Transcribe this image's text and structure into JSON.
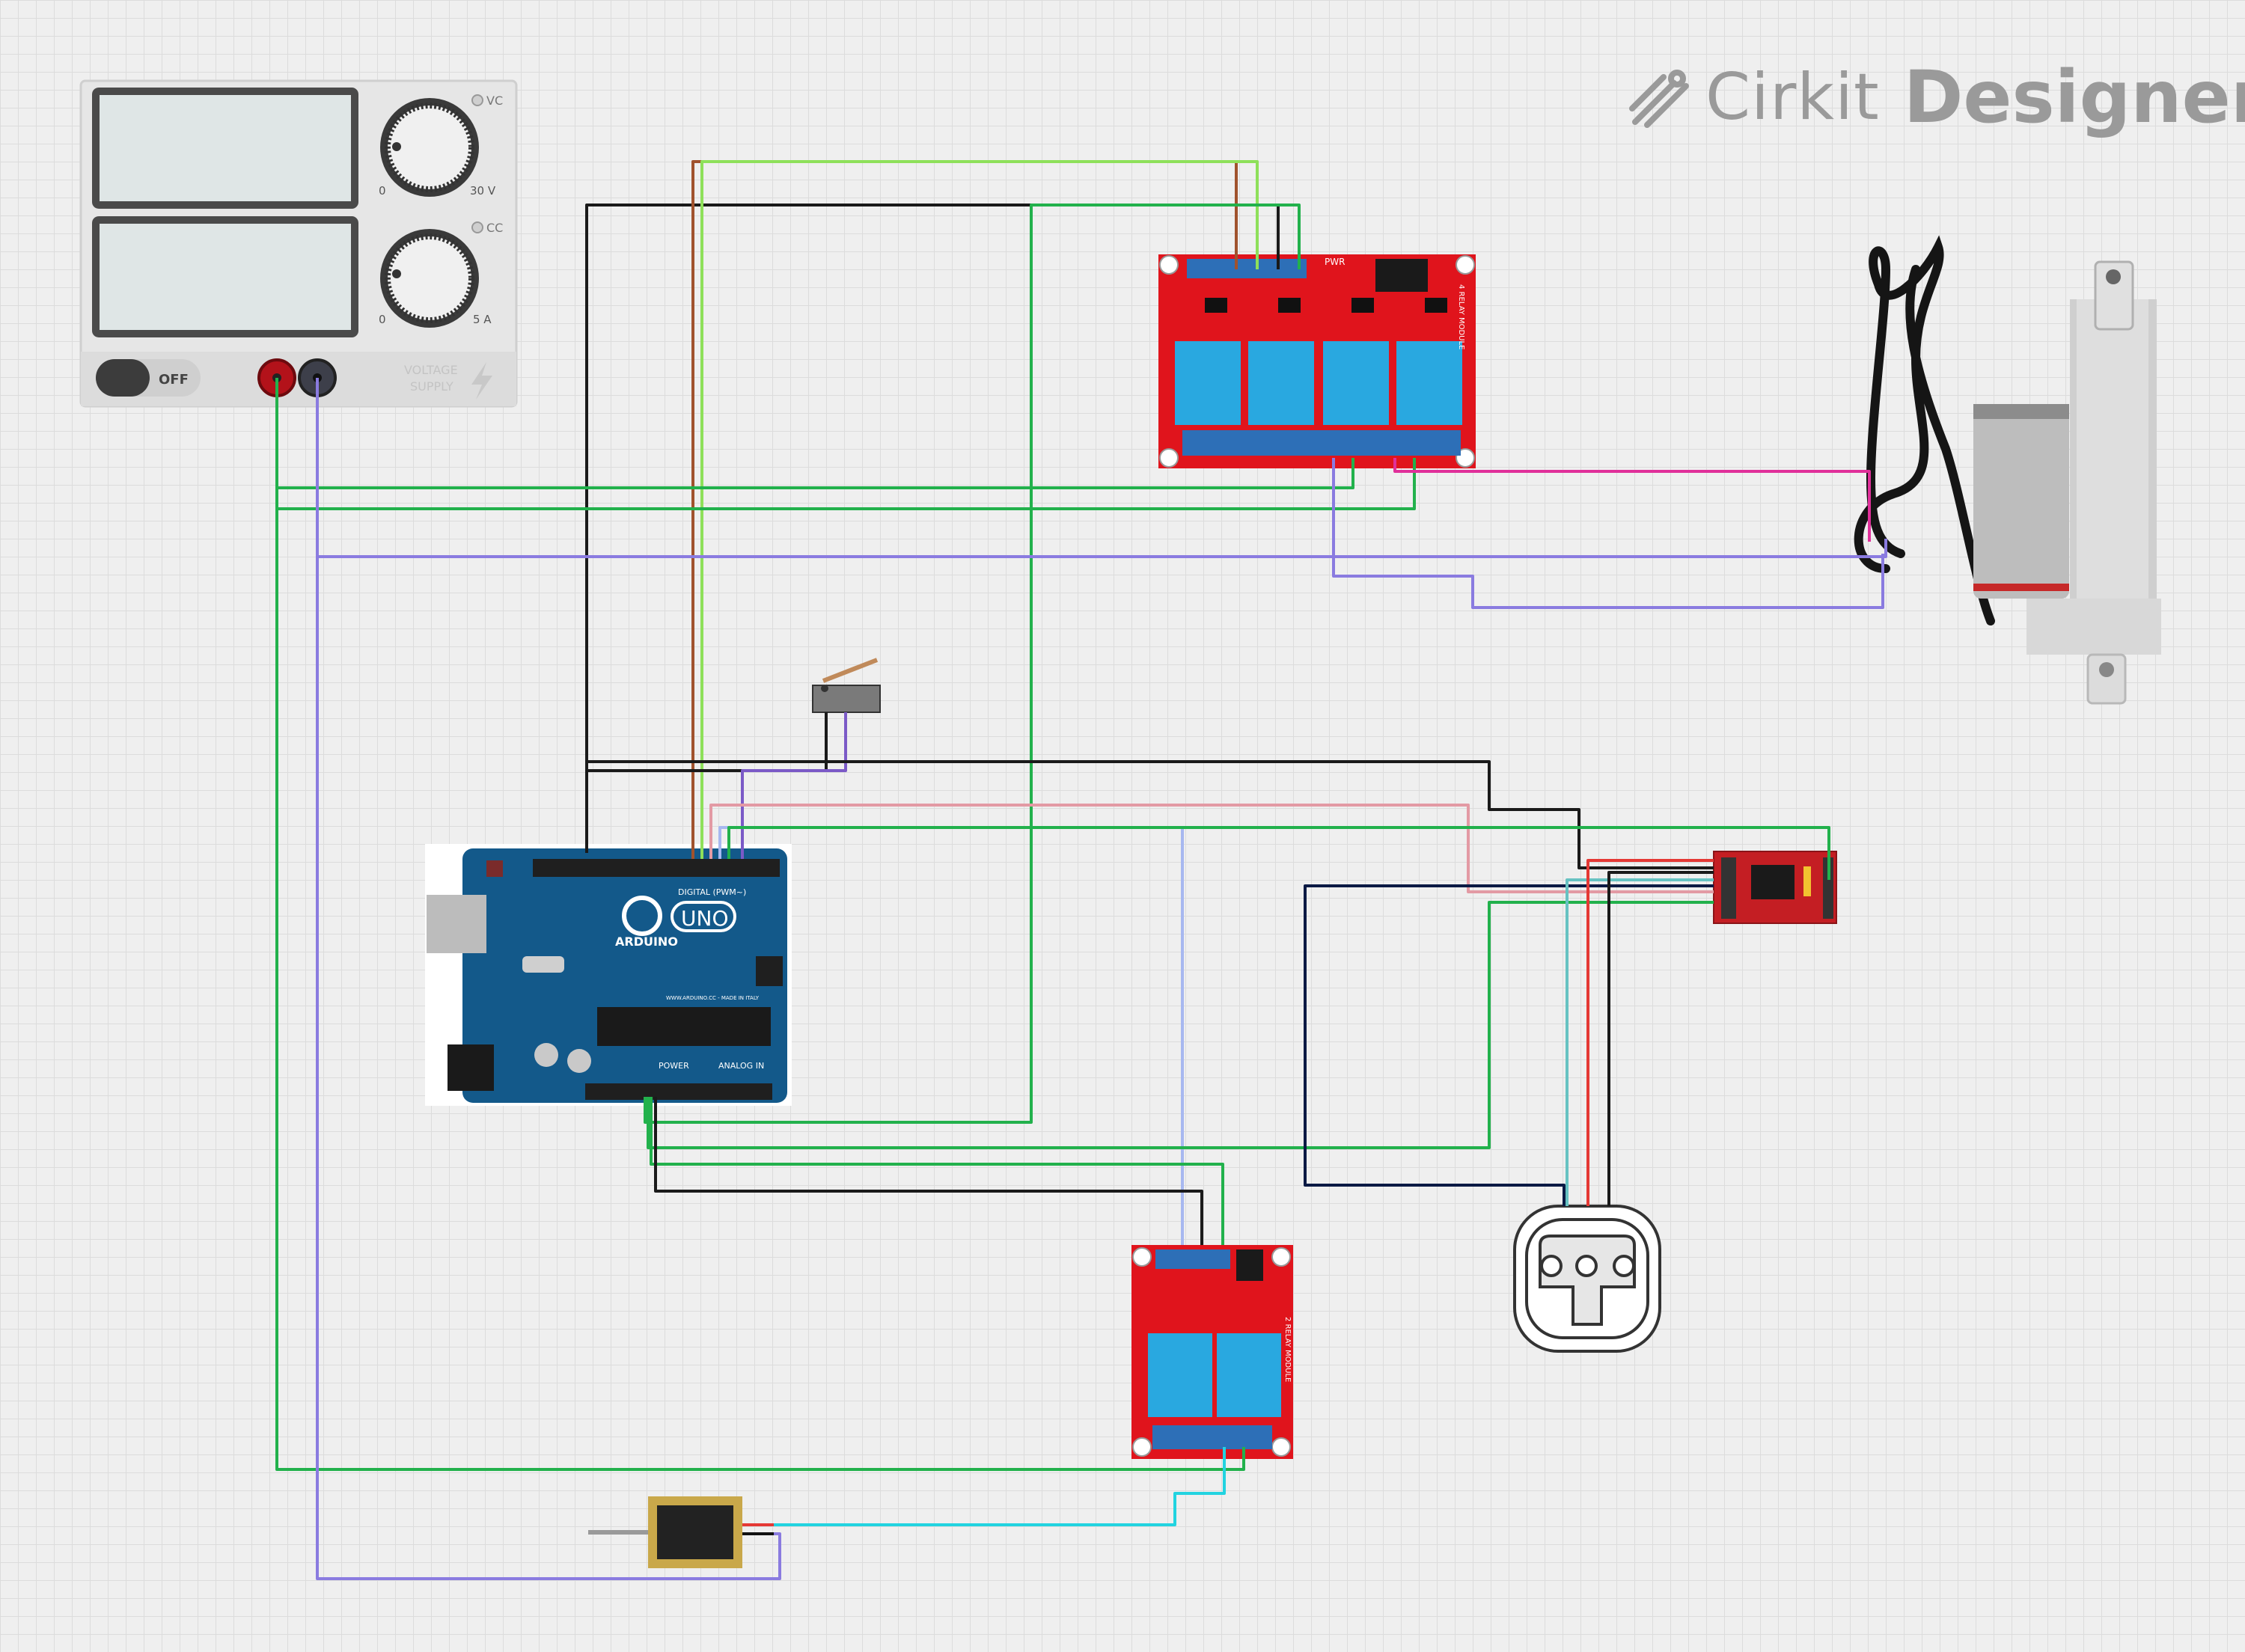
{
  "brand": {
    "name": "Cirkit",
    "suffix": "Designer"
  },
  "power_supply": {
    "voltage_max": "30 V",
    "current_max": "5 A",
    "voltage_min": "0",
    "current_min": "0",
    "vc": "VC",
    "cc": "CC",
    "switch_state": "OFF",
    "caption_1": "VOLTAGE",
    "caption_2": "SUPPLY"
  },
  "arduino": {
    "logo": "UNO",
    "brand": "ARDUINO",
    "digital": "DIGITAL (PWM~)",
    "power": "POWER",
    "analog": "ANALOG IN",
    "url": "WWW.ARDUINO.CC - MADE IN ITALY"
  },
  "relay4": {
    "title": "4 RELAY MODULE",
    "pwr": "PWR"
  },
  "relay2": {
    "title": "2 RELAY MODULE"
  },
  "colors": {
    "wire_black": "#1a1a1a",
    "wire_green": "#22b14c",
    "wire_lightgreen": "#8ee05a",
    "wire_brown": "#a0522d",
    "wire_purple": "#8a7be0",
    "wire_magenta": "#e0309a",
    "wire_cyan": "#22d3e0",
    "wire_pink": "#e39aa4",
    "wire_lightblue": "#a7b8f0",
    "wire_navy": "#0b1a44",
    "wire_red": "#e53935",
    "board_red": "#e0141c",
    "relay_blue": "#29a8e0",
    "arduino_blue": "#13598a"
  }
}
